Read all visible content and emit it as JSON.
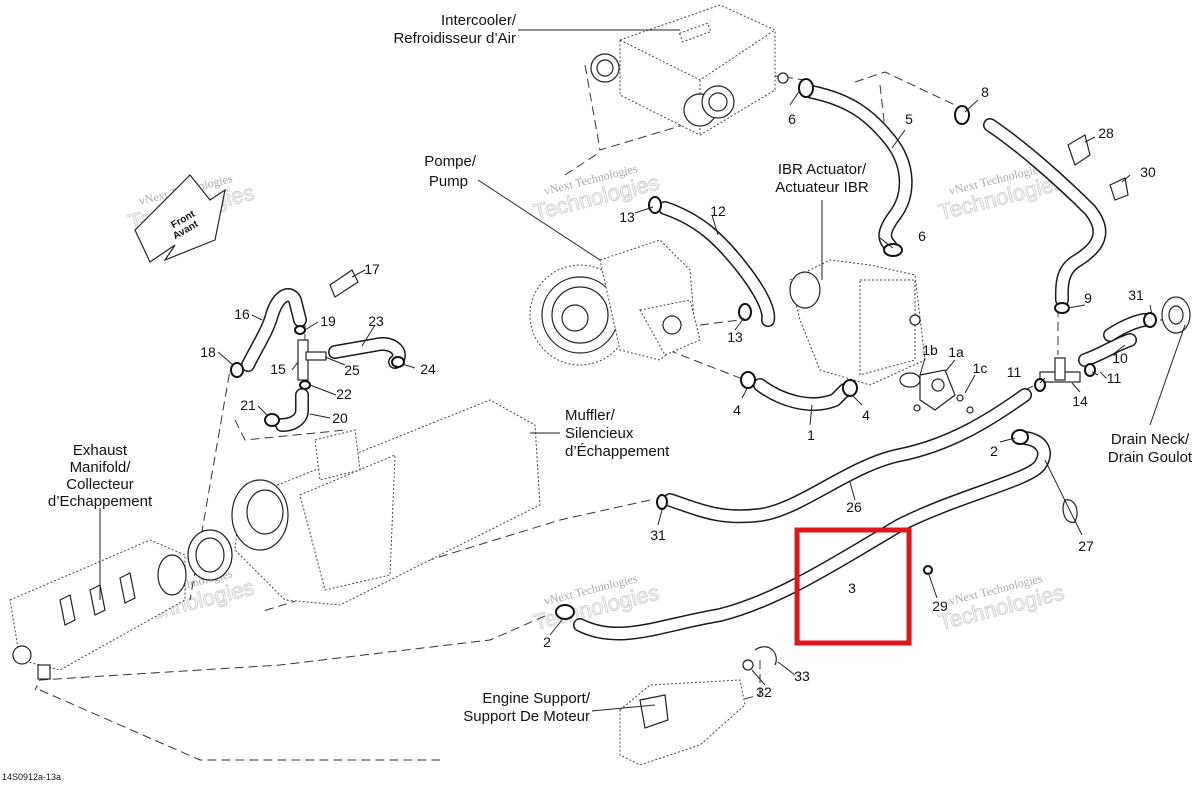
{
  "labels": {
    "intercooler": [
      "Intercooler/",
      "Refroidisseur d’Air"
    ],
    "pump": [
      "Pompe/",
      "Pump"
    ],
    "ibr": [
      "IBR Actuator/",
      "Actuateur IBR"
    ],
    "front": [
      "Front",
      "Avant"
    ],
    "muffler": [
      "Muffler/",
      "Silencieux",
      "d’Échappement"
    ],
    "exhaust": [
      "Exhaust",
      "Manifold/",
      "Collecteur",
      "d’Echappement"
    ],
    "drain": [
      "Drain Neck/",
      "Drain Goulot"
    ],
    "engine_support": [
      "Engine Support/",
      "Support De Moteur"
    ]
  },
  "callouts": {
    "c1": "1",
    "c1a": "1a",
    "c1b": "1b",
    "c1c": "1c",
    "c2a": "2",
    "c2b": "2",
    "c3": "3",
    "c4a": "4",
    "c4b": "4",
    "c5": "5",
    "c6a": "6",
    "c6b": "6",
    "c8": "8",
    "c9": "9",
    "c10": "10",
    "c11a": "11",
    "c11b": "11",
    "c12": "12",
    "c13a": "13",
    "c13b": "13",
    "c14": "14",
    "c15": "15",
    "c16": "16",
    "c17": "17",
    "c18": "18",
    "c19": "19",
    "c20": "20",
    "c21": "21",
    "c22": "22",
    "c23": "23",
    "c24": "24",
    "c25": "25",
    "c26": "26",
    "c27": "27",
    "c28": "28",
    "c29": "29",
    "c30": "30",
    "c31a": "31",
    "c31b": "31",
    "c32": "32",
    "c33": "33"
  },
  "watermark": {
    "line1": "vNext Technologies",
    "line2": "Technologies"
  },
  "highlight": {
    "color": "#e0141b",
    "target": "3"
  },
  "figure_code": "14S0912a-13a"
}
